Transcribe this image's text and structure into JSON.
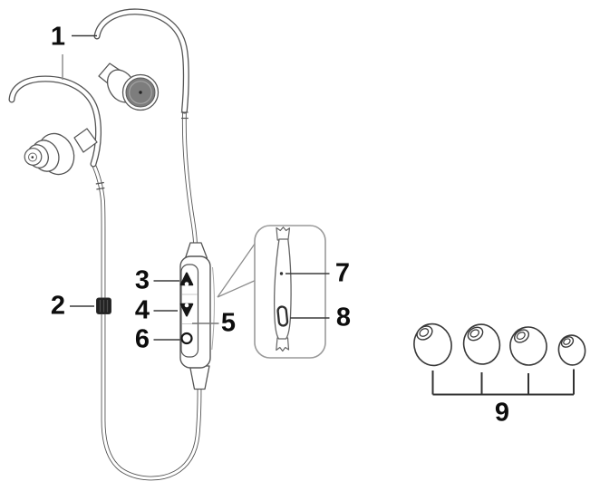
{
  "labels": [
    "1",
    "2",
    "3",
    "4",
    "5",
    "6",
    "7",
    "8",
    "9"
  ],
  "icons": {
    "volume_up": "triangle-up-solid-with-notch",
    "volume_down": "triangle-down-solid-with-notch",
    "multifunction_button": "circle-outline",
    "microphone_hole": "small-dot",
    "charging_port": "vertical-pill-outline",
    "cable_clip": "dark-slider-block"
  },
  "colors": {
    "background": "#ffffff",
    "line_art": "#555555",
    "label_text": "#0d0d0d",
    "driver_face_gray": "#7d7d7d",
    "cable_clip_black": "#222222",
    "bubble_border_gray": "#9a9a9a",
    "leader_line": "#3b3b3b"
  }
}
